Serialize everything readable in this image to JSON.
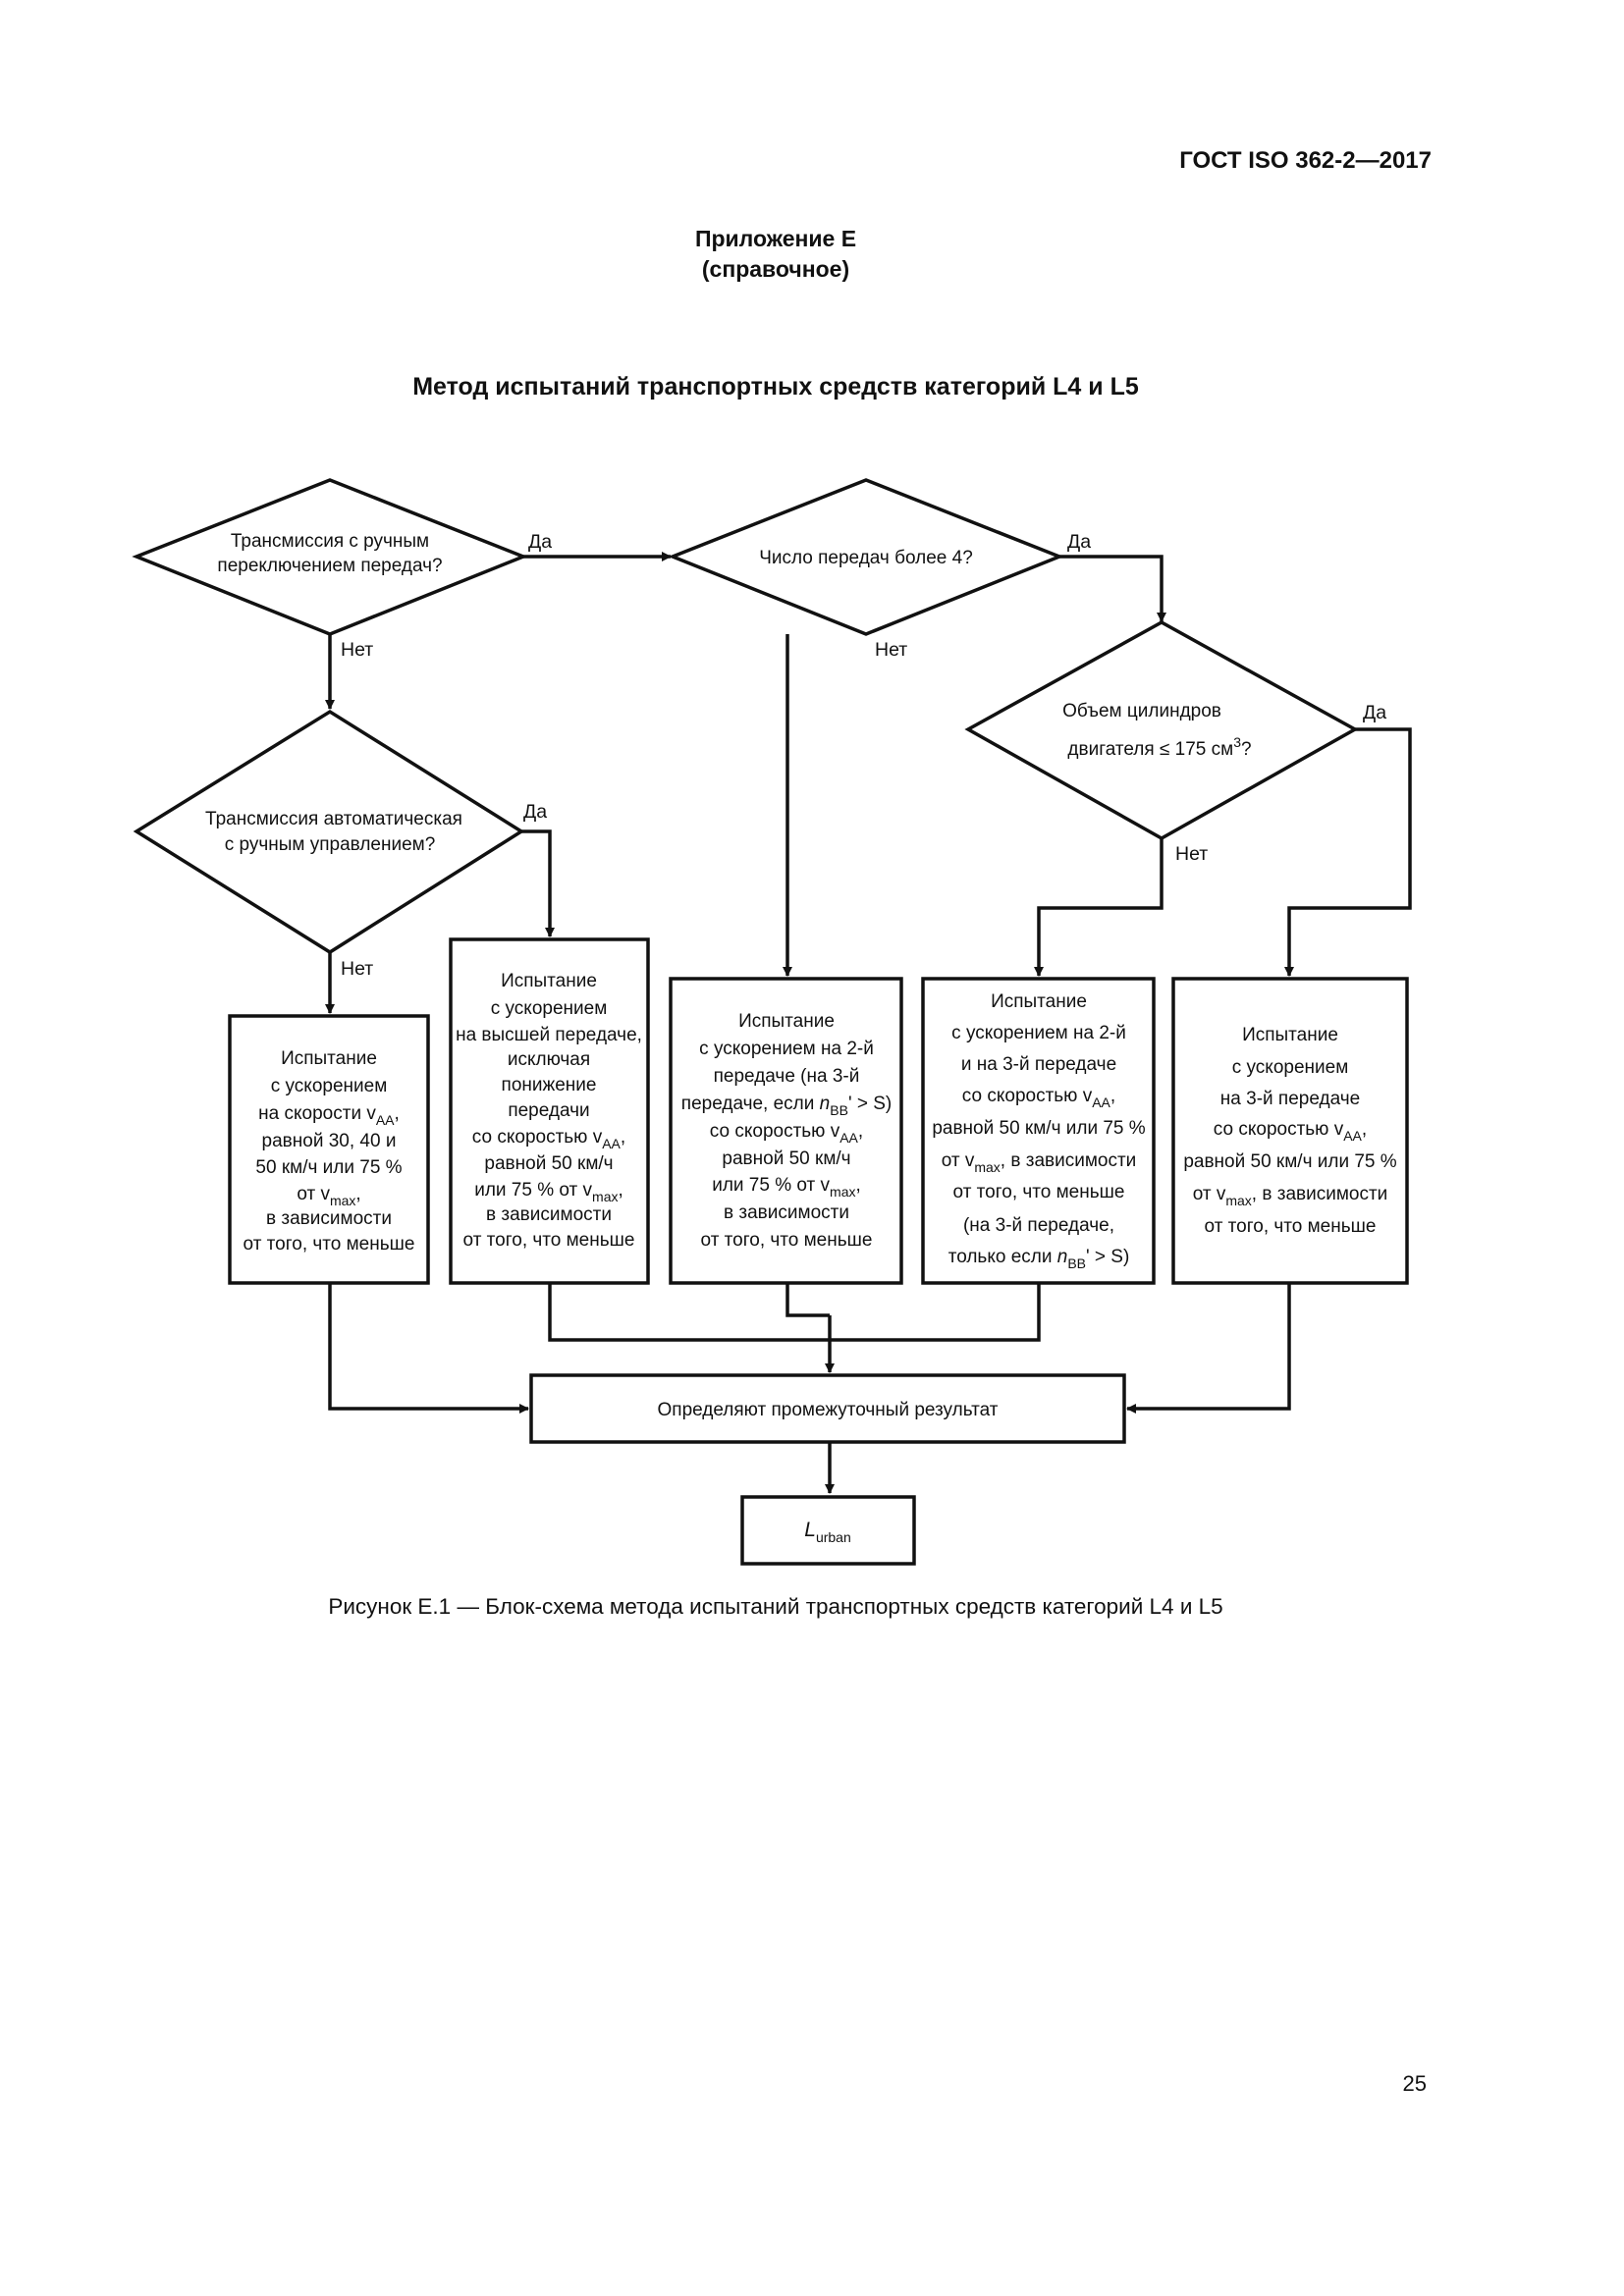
{
  "header": {
    "doc_code": "ГОСТ ISO 362-2—2017"
  },
  "annex": {
    "line1": "Приложение Е",
    "line2": "(справочное)"
  },
  "title": "Метод испытаний транспортных средств категорий L4 и L5",
  "flowchart": {
    "decisions": {
      "manual": {
        "line1": "Трансмиссия с ручным",
        "line2": "переключением передач?"
      },
      "gears": {
        "line1": "Число передач более 4?"
      },
      "volume": {
        "line1": "Объем цилиндров",
        "line2": "двигателя ≤ 175 см",
        "line2_sup": "3",
        "line2_end": "?"
      },
      "automatic": {
        "line1": "Трансмиссия автоматическая",
        "line2": "с ручным управлением?"
      }
    },
    "labels": {
      "yes1": "Да",
      "no1": "Нет",
      "yes2": "Да",
      "no2": "Нет",
      "yes3": "Да",
      "no3": "Нет",
      "yes4": "Да",
      "no4": "Нет"
    },
    "boxes": {
      "b1": {
        "l1": "Испытание",
        "l2": "с ускорением",
        "l3": "на скорости v",
        "l3_sub": "AA",
        "l3_end": ",",
        "l4": "равной 30, 40 и",
        "l5": "50 км/ч или 75 %",
        "l6": "от v",
        "l6_sub": "max",
        "l6_end": ",",
        "l7": "в зависимости",
        "l8": "от того, что меньше"
      },
      "b2": {
        "l1": "Испытание",
        "l2": "с ускорением",
        "l3": "на высшей передаче,",
        "l4": "исключая",
        "l5": "понижение",
        "l6": "передачи",
        "l7": "со скоростью v",
        "l7_sub": "AA",
        "l7_end": ",",
        "l8": "равной 50 км/ч",
        "l9": "или 75 % от v",
        "l9_sub": "max",
        "l9_end": ",",
        "l10": "в зависимости",
        "l11": "от того, что меньше"
      },
      "b3": {
        "l1": "Испытание",
        "l2": "с ускорением на 2-й",
        "l3": "передаче (на 3-й",
        "l4": "передаче, если ",
        "l4_it": "n",
        "l4_sub": "BB",
        "l4_end": "' > S)",
        "l5": "со скоростью v",
        "l5_sub": "AA",
        "l5_end": ",",
        "l6": "равной 50 км/ч",
        "l7": "или 75 % от v",
        "l7_sub": "max",
        "l7_end": ",",
        "l8": "в зависимости",
        "l9": "от того, что меньше"
      },
      "b4": {
        "l1": "Испытание",
        "l2": "с ускорением на 2-й",
        "l3": "и на 3-й передаче",
        "l4": "со скоростью v",
        "l4_sub": "AA",
        "l4_end": ",",
        "l5": "равной 50 км/ч или 75 %",
        "l6": "от v",
        "l6_sub": "max",
        "l6_end": ", в зависимости",
        "l7": "от того, что меньше",
        "l8": "(на 3-й передаче,",
        "l9": "только если ",
        "l9_it": "n",
        "l9_sub": "BB",
        "l9_end": "' > S)"
      },
      "b5": {
        "l1": "Испытание",
        "l2": "с ускорением",
        "l3": "на 3-й передаче",
        "l4": "со скоростью v",
        "l4_sub": "AA",
        "l4_end": ",",
        "l5": "равной 50 км/ч или 75 %",
        "l6": "от v",
        "l6_sub": "max",
        "l6_end": ", в зависимости",
        "l7": "от того, что меньше"
      }
    },
    "result": "Определяют промежуточный результат",
    "final": {
      "symbol": "L",
      "sub": "urban"
    }
  },
  "caption": "Рисунок Е.1 — Блок-схема метода испытаний транспортных средств категорий L4 и L5",
  "page_number": "25"
}
